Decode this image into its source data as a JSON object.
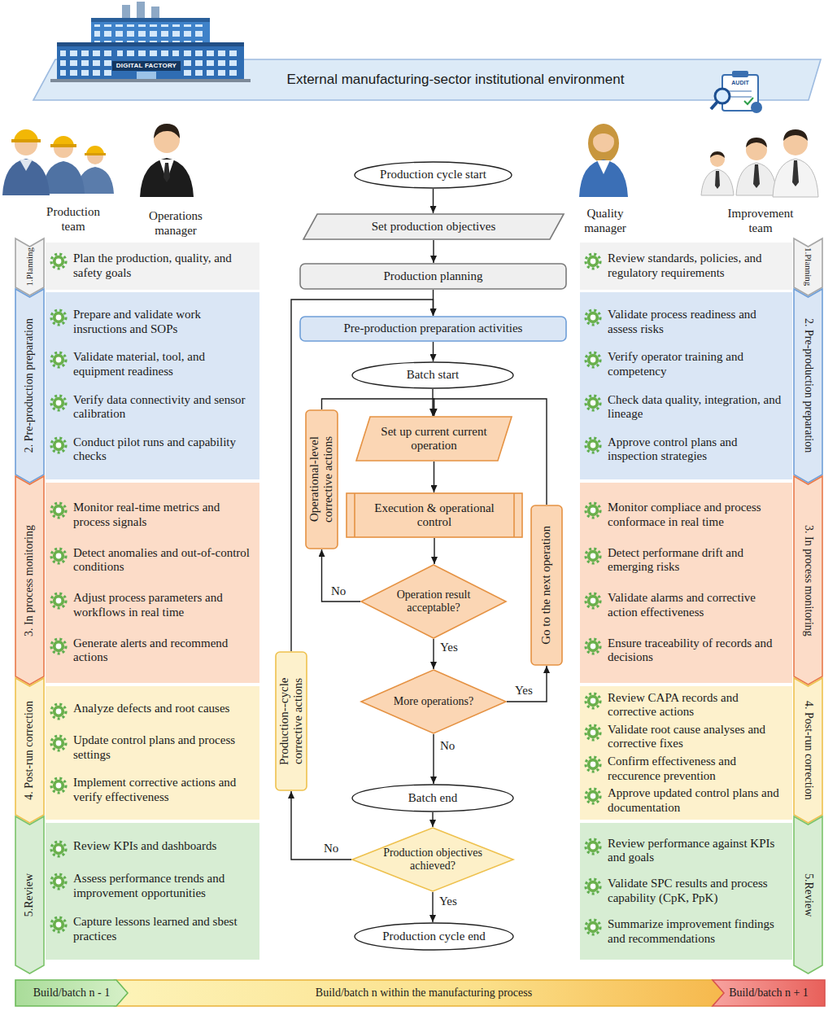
{
  "diagram": {
    "nodes": [
      {
        "text": [
          "External manufacturing-sector institutional environment"
        ]
      },
      {
        "text": [
          "1.Planning"
        ]
      },
      {
        "text": [
          "Plan the production, quality, and safety goals"
        ]
      },
      {
        "text": [
          "2. Pre-production preparation"
        ]
      },
      {
        "text": [
          "Prepare and validate work insructions and SOPs",
          "Validate material, tool, and equipment readiness",
          "Verify data connectivity and sensor calibration",
          "Conduct pilot runs and capability checks"
        ]
      },
      {
        "text": [
          "3. In process monitoring"
        ]
      },
      {
        "text": [
          "Monitor real-time metrics and process signals",
          "Detect anomalies and out-of-control conditions",
          "Adjust process parameters and workflows in real time",
          "Generate alerts and recommend actions"
        ]
      },
      {
        "text": [
          "4. Post-run correction"
        ]
      },
      {
        "text": [
          "Analyze defects and root causes",
          "Update control plans and process settings",
          "Implement corrective actions and verify effectiveness"
        ]
      },
      {
        "text": [
          "5.Review"
        ]
      },
      {
        "text": [
          "Review KPIs and dashboards",
          "Assess performance trends and improvement opportunities",
          "Capture lessons learned and sbest practices"
        ]
      },
      {
        "text": [
          "Production cycle start"
        ]
      },
      {
        "text": [
          "Set production objectives"
        ]
      },
      {
        "text": [
          "Production planning"
        ]
      },
      {
        "text": [
          "Pre-production preparation activities"
        ]
      },
      {
        "text": [
          "Batch start"
        ]
      },
      {
        "text": [
          "Set up current current operation"
        ]
      },
      {
        "text": [
          "Execution & operational control"
        ]
      },
      {
        "text": [
          "Operation result acceptable?"
        ]
      },
      {
        "text": [
          "More operations?"
        ]
      },
      {
        "text": [
          "Batch end"
        ]
      },
      {
        "text": [
          "Production objectives achieved?"
        ]
      },
      {
        "text": [
          "Production cycle end"
        ]
      },
      {
        "text": [
          "Operational-level corrective actions"
        ]
      },
      {
        "text": [
          "Go to the next operation"
        ]
      },
      {
        "text": [
          "Production--cycle corrective actions"
        ]
      },
      {
        "text": [
          "Review standards, policies, and regulatory requirements"
        ]
      },
      {
        "text": [
          "1.Planning"
        ]
      },
      {
        "text": [
          "Validate process readiness and assess risks",
          "Verify operator training and competency",
          "Check data quality, integration, and lineage",
          "Approve control plans and inspection strategies"
        ]
      },
      {
        "text": [
          "2. Pre-production preparation"
        ]
      },
      {
        "text": [
          "Monitor compliace and process conformace in real time",
          "Detect performane drift and emerging risks",
          "Validate alarms and corrective action effectiveness",
          "Ensure traceability of records and decisions"
        ]
      },
      {
        "text": [
          "3. In process monitoring"
        ]
      },
      {
        "text": [
          "Review CAPA records and corrective actions",
          "Validate root cause analyses and corrective fixes",
          "Confirm effectiveness and reccurence prevention",
          "Approve updated control plans and documentation"
        ]
      },
      {
        "text": [
          "4. Post-run correction"
        ]
      },
      {
        "text": [
          "Review performance against KPIs and goals",
          "Validate SPC results and process capability (CpK, PpK)",
          "Summarize improvement findings and recommendations"
        ]
      },
      {
        "text": [
          "5.Review"
        ]
      },
      {
        "text": [
          "Build/batch n - 1"
        ]
      },
      {
        "text": [
          "Build/batch n within the manufacturing process"
        ]
      },
      {
        "text": [
          "Build/batch n + 1"
        ]
      }
    ],
    "edges": [
      {
        "from": 11,
        "to": 12,
        "arrow": "to"
      },
      {
        "from": 12,
        "to": 13,
        "arrow": "to"
      },
      {
        "from": 13,
        "to": 14,
        "arrow": "to"
      },
      {
        "from": 14,
        "to": 15,
        "arrow": "to"
      },
      {
        "from": 15,
        "to": 16,
        "arrow": "to"
      },
      {
        "from": 16,
        "to": 17,
        "arrow": "to"
      },
      {
        "from": 17,
        "to": 18,
        "arrow": "to"
      },
      {
        "from": 18,
        "to": 23,
        "label": "No",
        "arrow": "to"
      },
      {
        "from": 23,
        "to": 16,
        "arrow": "to"
      },
      {
        "from": 18,
        "to": 19,
        "label": "Yes",
        "arrow": "to"
      },
      {
        "from": 19,
        "to": 24,
        "label": "Yes",
        "arrow": "to"
      },
      {
        "from": 24,
        "to": 16,
        "arrow": "to"
      },
      {
        "from": 19,
        "to": 20,
        "label": "No",
        "arrow": "to"
      },
      {
        "from": 20,
        "to": 21,
        "arrow": "to"
      },
      {
        "from": 21,
        "to": 22,
        "label": "Yes",
        "arrow": "to"
      },
      {
        "from": 21,
        "to": 25,
        "label": "No",
        "arrow": "to"
      },
      {
        "from": 25,
        "to": 14,
        "arrow": "to"
      }
    ],
    "labels": [
      "DIGITAL FACTORY",
      "AUDIT",
      "Production team",
      "Operations manager",
      "Quality manager",
      "Improvement team"
    ]
  }
}
